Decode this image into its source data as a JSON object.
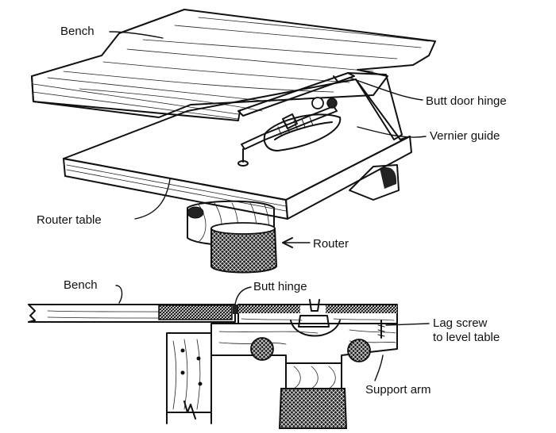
{
  "top_view": {
    "labels": {
      "bench": "Bench",
      "butt_door_hinge": "Butt door hinge",
      "vernier_guide": "Vernier guide",
      "router_table": "Router table",
      "router": "Router"
    }
  },
  "section_view": {
    "labels": {
      "bench": "Bench",
      "butt_hinge": "Butt hinge",
      "lag_screw_line1": "Lag screw",
      "lag_screw_line2": "to level table",
      "support_arm": "Support arm"
    }
  },
  "colors": {
    "ink": "#111111",
    "paper": "#ffffff"
  }
}
